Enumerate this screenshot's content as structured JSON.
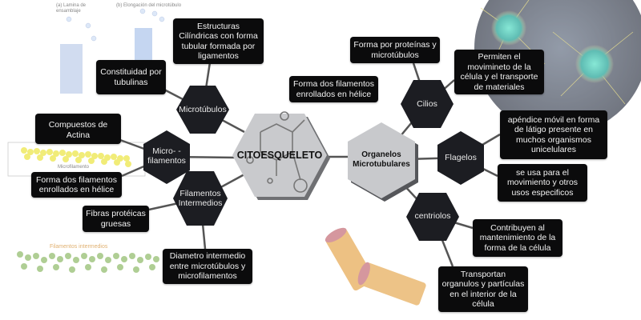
{
  "title": "CITOESQUELETO",
  "colors": {
    "node_dark": "#1c1d22",
    "center_gray": "#c8c9cc",
    "box_bg": "#0b0b0c",
    "line": "#555555"
  },
  "branches": {
    "microtubulos": {
      "label": "Microtúbulos",
      "notes": [
        "Estructuras Cilíndricas con forma tubular formada por ligamentos",
        "Constituidad por tubulinas"
      ]
    },
    "microfilamentos": {
      "label": "Micro- -filamentos",
      "notes": [
        "Compuestos de Actina",
        "Forma dos filamentos enrollados en hélice"
      ]
    },
    "filamentos_intermedios": {
      "label": "Filamentos Intermedios",
      "notes": [
        "Fibras protéicas gruesas",
        "Diametro intermedio entre microtúbulos y microfilamentos"
      ]
    },
    "center_note": "Forma dos filamentos enrollados en hélice",
    "organelos": {
      "label": "Organelos Microtubulares",
      "cilios": {
        "label": "Cilios",
        "notes": [
          "Forma por proteínas y microtúbulos",
          "Permiten el movimineto de la célula y el transporte de materiales"
        ]
      },
      "flagelos": {
        "label": "Flagelos",
        "notes": [
          "apéndice móvil en forma de látigo presente en muchos organismos unicelulares",
          "se usa para el movimiento y otros usos especificos"
        ]
      },
      "centriolos": {
        "label": "centriolos",
        "notes": [
          "Contribuyen al mantenimiento de la forma de la célula",
          "Transportan organulos y partículas en el interior de la célula"
        ]
      }
    }
  },
  "image_captions": {
    "lamina": "(a) Lamina de ensamblaje",
    "elongacion": "(b) Elongación del microtúbulo",
    "microfilamento": "Microfilamento",
    "intermedios": "Filamentos intermedios"
  }
}
